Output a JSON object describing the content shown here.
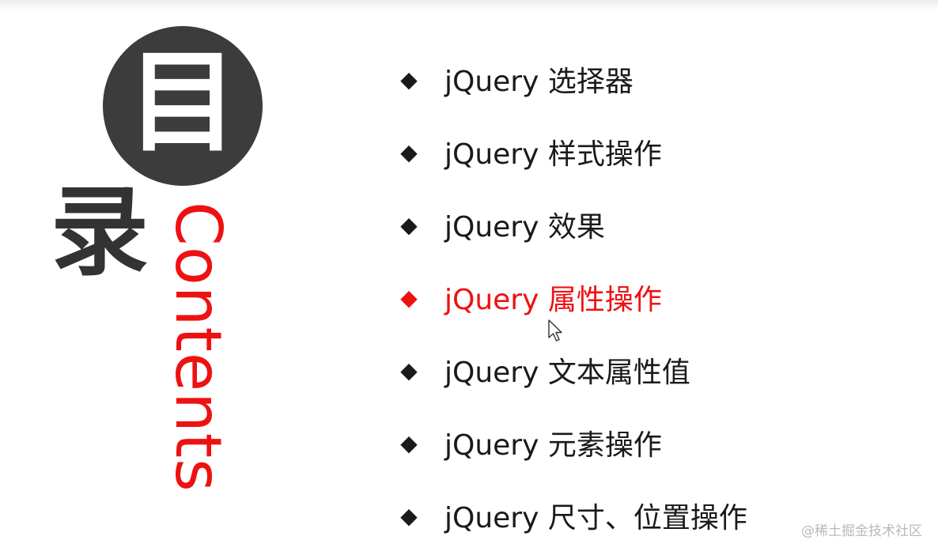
{
  "title": {
    "circle_char": "目",
    "char2": "录",
    "contents_word": "Contents"
  },
  "toc": {
    "bullet": "◆",
    "items": [
      {
        "label": "jQuery 选择器",
        "active": false
      },
      {
        "label": "jQuery 样式操作",
        "active": false
      },
      {
        "label": "jQuery 效果",
        "active": false
      },
      {
        "label": "jQuery 属性操作",
        "active": true
      },
      {
        "label": "jQuery 文本属性值",
        "active": false
      },
      {
        "label": "jQuery 元素操作",
        "active": false
      },
      {
        "label": "jQuery 尺寸、位置操作",
        "active": false
      }
    ]
  },
  "watermark": "@稀土掘金技术社区",
  "colors": {
    "accent": "#ee1111",
    "circle": "#3c3c3c",
    "text": "#1a1a1a"
  }
}
